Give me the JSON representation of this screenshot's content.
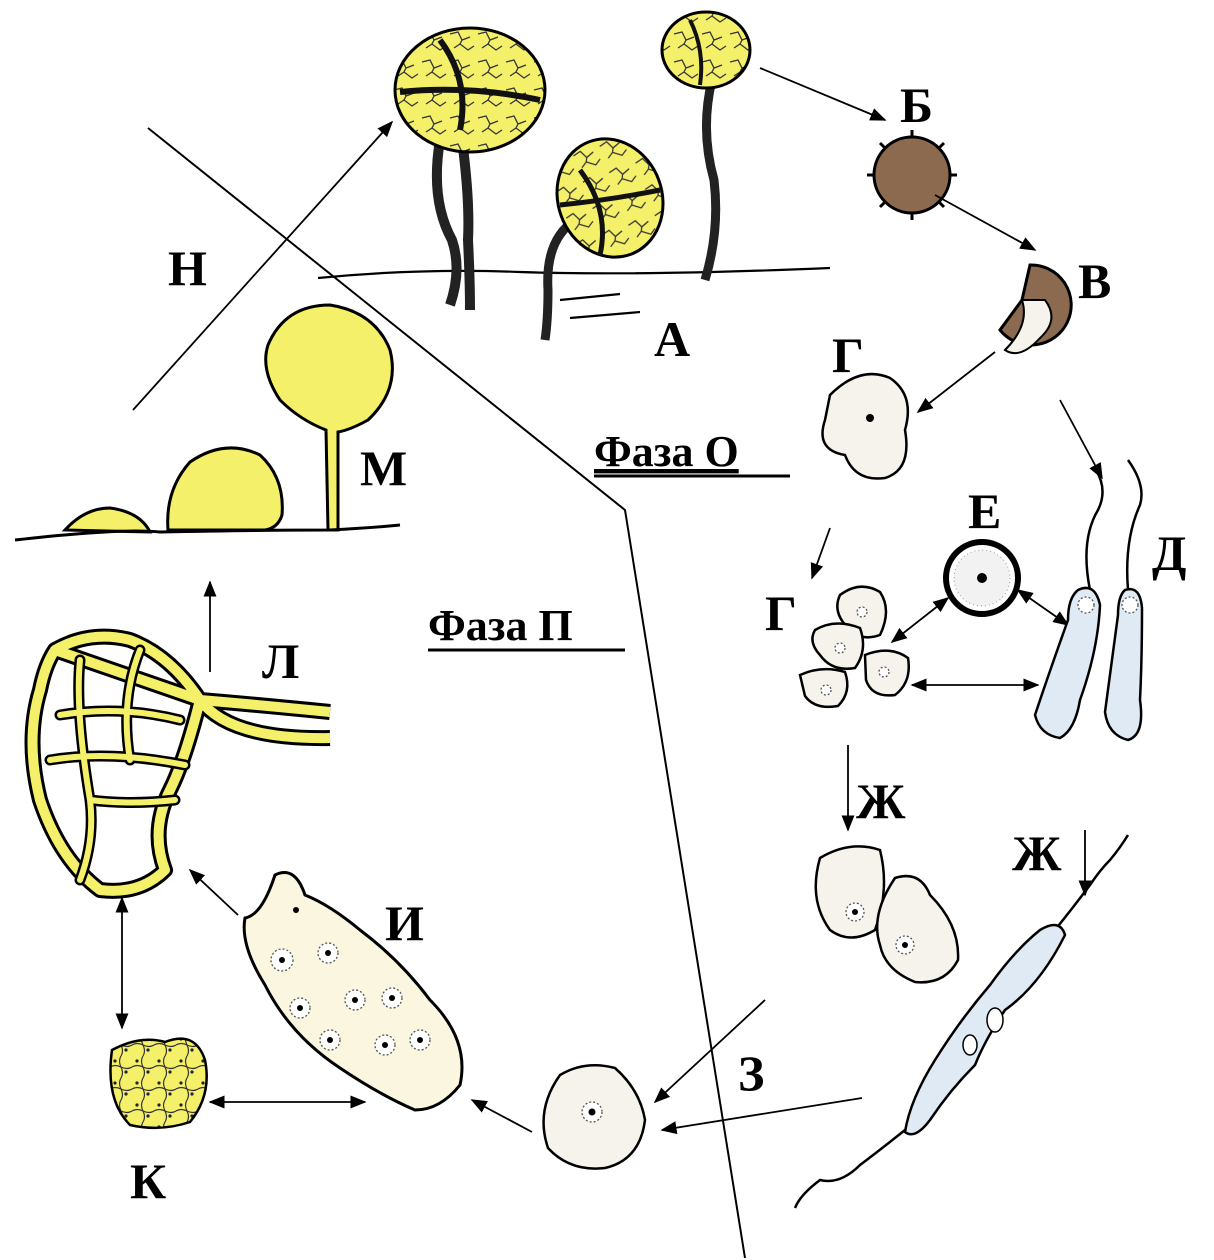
{
  "labels": {
    "A": "А",
    "B": "Б",
    "V": "В",
    "G1": "Г",
    "G2": "Г",
    "E": "Е",
    "D": "Д",
    "Zh1": "Ж",
    "Zh2": "Ж",
    "Z": "З",
    "I": "И",
    "K": "К",
    "L": "Л",
    "M": "М",
    "N": "Н"
  },
  "phases": {
    "o": "Фаза О",
    "p": "Фаза П"
  },
  "colors": {
    "plasmodium_yellow": "#f4f06a",
    "spore_brown": "#8b6a4f",
    "flagellate_blue": "#dfeaf4",
    "amoeba_fill": "#f5f3ec"
  }
}
